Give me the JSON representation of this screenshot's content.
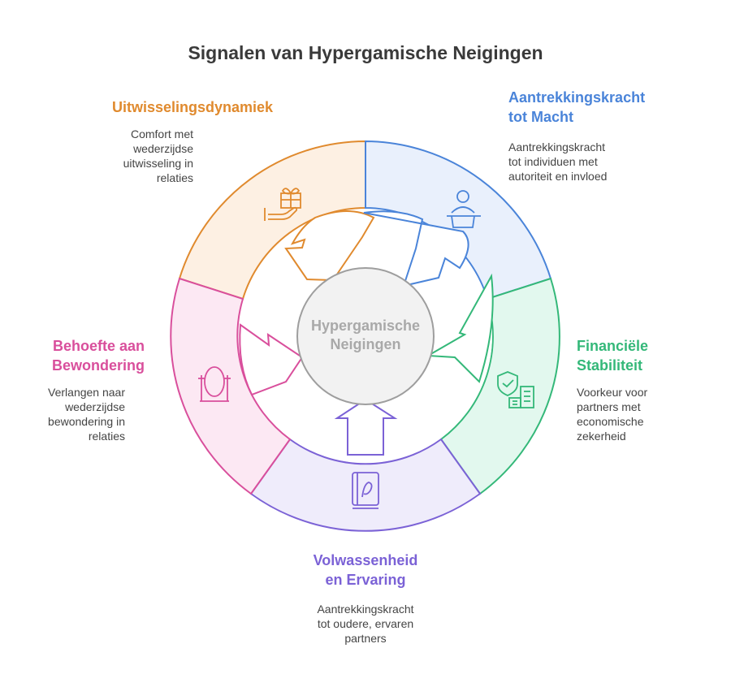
{
  "title": "Signalen van Hypergamische Neigingen",
  "center": {
    "line1": "Hypergamische",
    "line2": "Neigingen"
  },
  "segments": [
    {
      "key": "uitwisselingsdynamiek",
      "title_lines": [
        "Uitwisselingsdynamiek"
      ],
      "description_lines": [
        "Comfort met",
        "wederzijdse",
        "uitwisseling in",
        "relaties"
      ],
      "color": "#e08a2e",
      "fill": "#fdf0e3",
      "icon": "gift-hand-icon"
    },
    {
      "key": "aantrekkingskracht-tot-macht",
      "title_lines": [
        "Aantrekkingskracht",
        "tot Macht"
      ],
      "description_lines": [
        "Aantrekkingskracht",
        "tot individuen met",
        "autoriteit en invloed"
      ],
      "color": "#4a84d9",
      "fill": "#e9f0fc",
      "icon": "speaker-podium-icon"
    },
    {
      "key": "financiele-stabiliteit",
      "title_lines": [
        "Financiële",
        "Stabiliteit"
      ],
      "description_lines": [
        "Voorkeur voor",
        "partners met",
        "economische",
        "zekerheid"
      ],
      "color": "#34b879",
      "fill": "#e2f8ee",
      "icon": "shield-buildings-icon"
    },
    {
      "key": "volwassenheid-en-ervaring",
      "title_lines": [
        "Volwassenheid",
        "en Ervaring"
      ],
      "description_lines": [
        "Aantrekkingskracht",
        "tot oudere, ervaren",
        "partners"
      ],
      "color": "#7b62d6",
      "fill": "#efecfb",
      "icon": "book-icon"
    },
    {
      "key": "behoefte-aan-bewondering",
      "title_lines": [
        "Behoefte aan",
        "Bewondering"
      ],
      "description_lines": [
        "Verlangen naar",
        "wederzijdse",
        "bewondering in",
        "relaties"
      ],
      "color": "#d94f9c",
      "fill": "#fce8f3",
      "icon": "mirror-icon"
    }
  ]
}
